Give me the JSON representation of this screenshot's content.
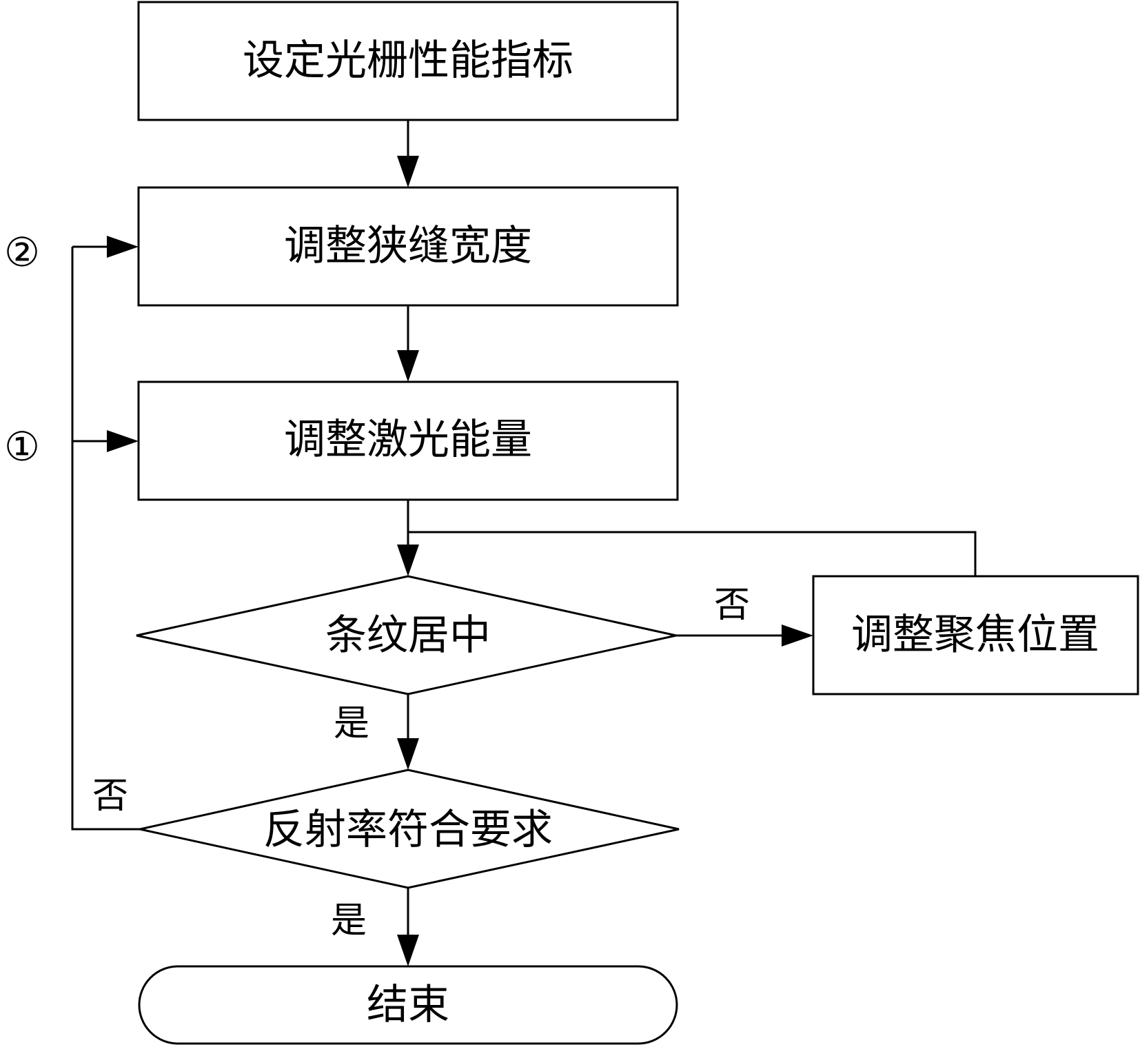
{
  "diagram": {
    "type": "flowchart",
    "nodes": {
      "set_specs": "设定光栅性能指标",
      "adjust_slit": "调整狭缝宽度",
      "adjust_laser": "调整激光能量",
      "fringe_centered": "条纹居中",
      "adjust_focus": "调整聚焦位置",
      "reflectivity_ok": "反射率符合要求",
      "end": "结束"
    },
    "edge_labels": {
      "fringe_no": "否",
      "fringe_yes": "是",
      "reflect_no": "否",
      "reflect_yes": "是"
    },
    "loop_markers": {
      "marker_1": "①",
      "marker_2": "②"
    },
    "colors": {
      "stroke": "#000000",
      "fill": "#ffffff"
    }
  }
}
